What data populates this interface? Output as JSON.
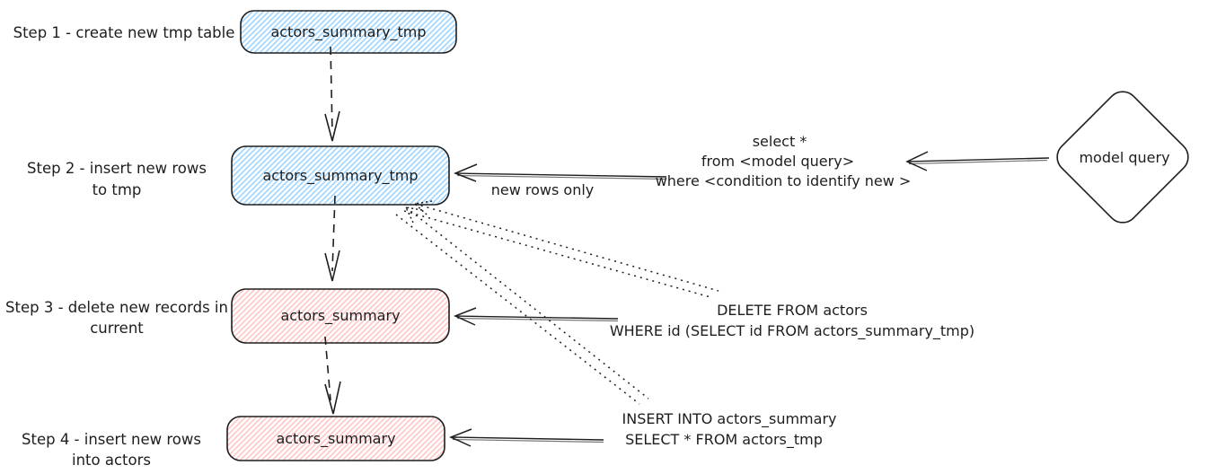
{
  "diagram": {
    "title_hint": "incremental refresh flow",
    "colors": {
      "stroke": "#1e1e1e",
      "tmp_table_fill": "#a5d8ff",
      "target_table_fill": "#ffc9c9",
      "background": "#ffffff"
    },
    "steps": [
      {
        "label": [
          "Step 1 - create new tmp table"
        ],
        "box_label": "actors_summary_tmp",
        "box_color": "#a5d8ff"
      },
      {
        "label": [
          "Step 2 - insert new rows",
          "to tmp"
        ],
        "box_label": "actors_summary_tmp",
        "box_color": "#a5d8ff"
      },
      {
        "label": [
          "Step 3 - delete new records in",
          "current"
        ],
        "box_label": "actors_summary",
        "box_color": "#ffc9c9"
      },
      {
        "label": [
          "Step 4 - insert new rows",
          "into actors"
        ],
        "box_label": "actors_summary",
        "box_color": "#ffc9c9"
      }
    ],
    "annotations": {
      "select_block": [
        "select *",
        "from <model query>",
        "where <condition to identify new >"
      ],
      "new_rows_label": "new rows only",
      "delete_block": [
        "DELETE FROM actors",
        "WHERE id (SELECT id FROM actors_summary_tmp)"
      ],
      "insert_block": [
        "INSERT INTO actors_summary",
        "SELECT * FROM actors_tmp"
      ],
      "model_query": "model query"
    }
  }
}
